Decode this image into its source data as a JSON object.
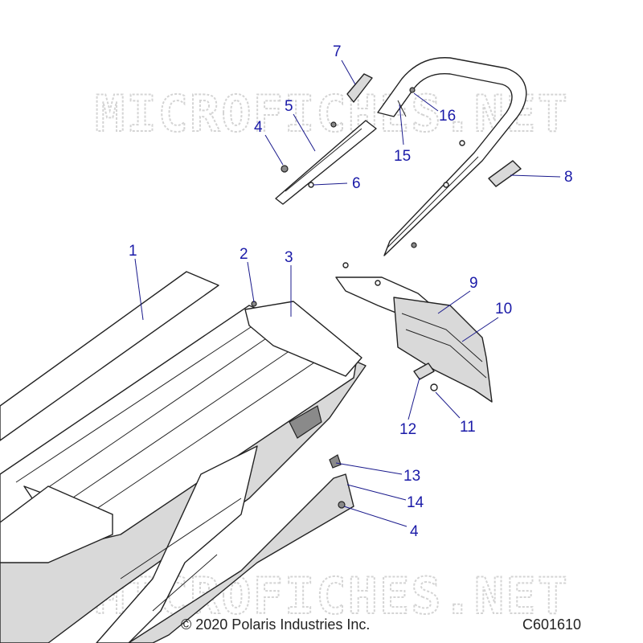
{
  "watermark": {
    "text": "MICROFICHES.NET"
  },
  "callouts": [
    {
      "id": "c1",
      "label": "1"
    },
    {
      "id": "c2",
      "label": "2"
    },
    {
      "id": "c3",
      "label": "3"
    },
    {
      "id": "c4a",
      "label": "4"
    },
    {
      "id": "c4b",
      "label": "4"
    },
    {
      "id": "c5",
      "label": "5"
    },
    {
      "id": "c6",
      "label": "6"
    },
    {
      "id": "c7",
      "label": "7"
    },
    {
      "id": "c8",
      "label": "8"
    },
    {
      "id": "c9",
      "label": "9"
    },
    {
      "id": "c10",
      "label": "10"
    },
    {
      "id": "c11",
      "label": "11"
    },
    {
      "id": "c12",
      "label": "12"
    },
    {
      "id": "c13",
      "label": "13"
    },
    {
      "id": "c14",
      "label": "14"
    },
    {
      "id": "c15",
      "label": "15"
    },
    {
      "id": "c16",
      "label": "16"
    }
  ],
  "footer": {
    "copyright": "© 2020 Polaris Industries Inc.",
    "diagram_code": "C601610"
  },
  "colors": {
    "callout": "#1a1aa8",
    "line": "#222222",
    "watermark": "#d4d4d4"
  }
}
